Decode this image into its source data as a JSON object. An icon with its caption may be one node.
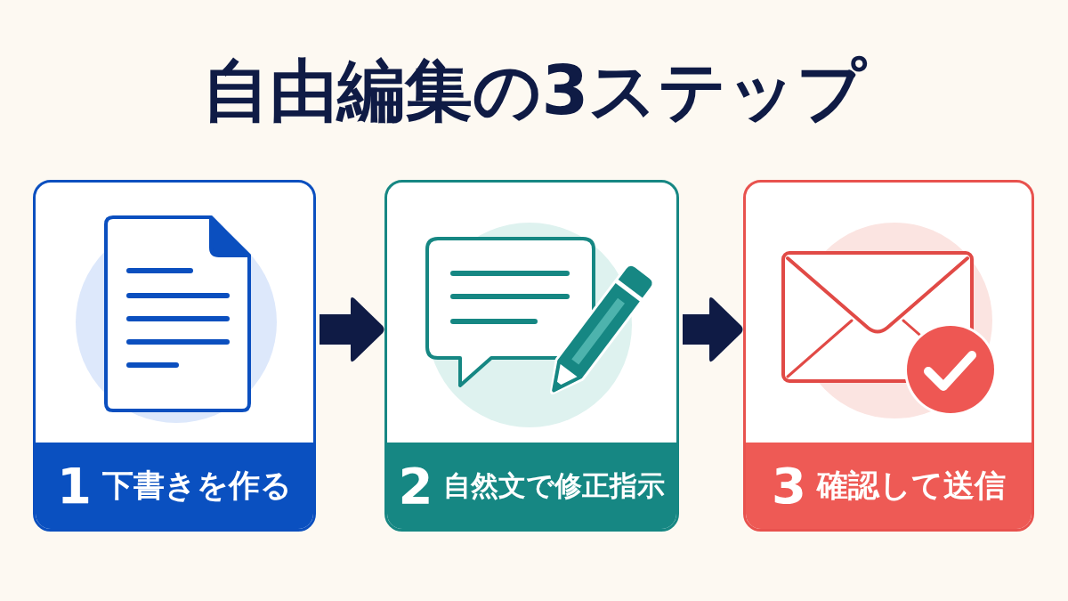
{
  "diagram": {
    "title": "自由編集の3ステップ",
    "nodes": [
      {
        "text": [
          "1",
          "下書きを作る"
        ]
      },
      {
        "text": [
          "2",
          "自然文で修正指示"
        ]
      },
      {
        "text": [
          "3",
          "確認して送信"
        ]
      }
    ],
    "edges": [
      {
        "from": 0,
        "to": 1,
        "arrow": "to"
      },
      {
        "from": 1,
        "to": 2,
        "arrow": "to"
      }
    ]
  }
}
